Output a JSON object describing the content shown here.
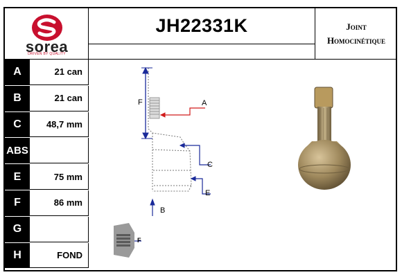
{
  "header": {
    "brand": "sorea",
    "brand_tagline": "DRIVEN BY QUALITY",
    "part_number": "JH22331K",
    "type_line1": "Joint",
    "type_line2": "Homocinétique"
  },
  "colors": {
    "brand_red": "#c8102e",
    "dim_red": "#d11a1a",
    "dim_blue": "#1a2a9a",
    "key_bg": "#000000"
  },
  "specs": [
    {
      "key": "A",
      "value": "21 can"
    },
    {
      "key": "B",
      "value": "21 can"
    },
    {
      "key": "C",
      "value": "48,7 mm"
    },
    {
      "key": "ABS",
      "value": ""
    },
    {
      "key": "E",
      "value": "75 mm"
    },
    {
      "key": "F",
      "value": "86 mm"
    },
    {
      "key": "G",
      "value": ""
    },
    {
      "key": "H",
      "value": "FOND"
    }
  ],
  "diagram_labels": {
    "a": "A",
    "b": "B",
    "c": "C",
    "e": "E",
    "f": "F",
    "f_small": "F"
  }
}
